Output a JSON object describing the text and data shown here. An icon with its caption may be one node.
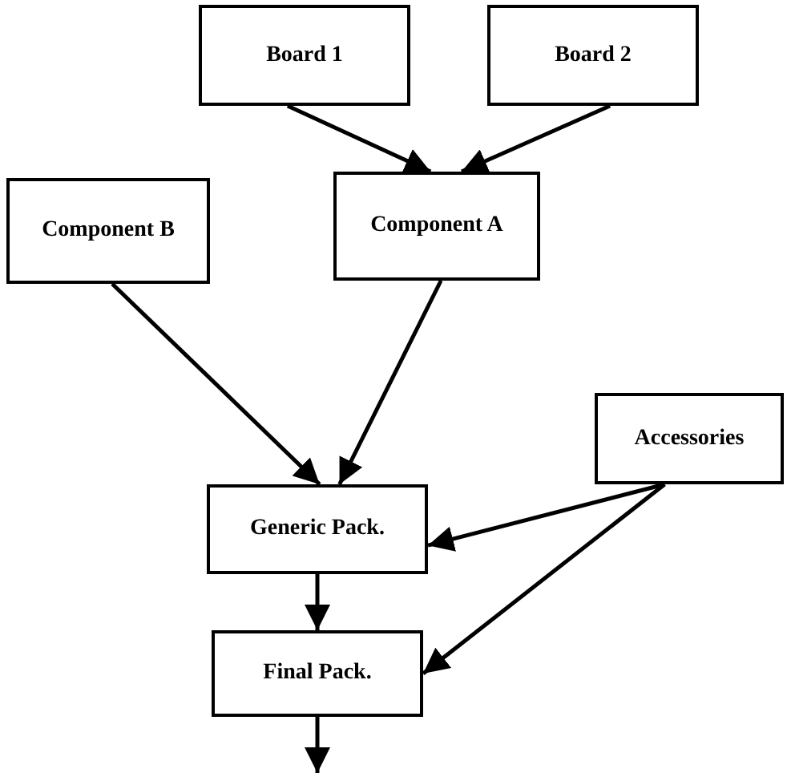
{
  "diagram": {
    "nodes": [
      {
        "text": [
          "Board 1"
        ]
      },
      {
        "text": [
          "Board 2"
        ]
      },
      {
        "text": [
          "Component B"
        ]
      },
      {
        "text": [
          "Component A"
        ]
      },
      {
        "text": [
          "Accessories"
        ]
      },
      {
        "text": [
          "Generic Pack."
        ]
      },
      {
        "text": [
          "Final Pack."
        ]
      }
    ],
    "edges": [
      {
        "from": 0,
        "to": 3,
        "arrow": "to"
      },
      {
        "from": 1,
        "to": 3,
        "arrow": "to"
      },
      {
        "from": 2,
        "to": 5,
        "arrow": "to"
      },
      {
        "from": 3,
        "to": 5,
        "arrow": "to"
      },
      {
        "from": 4,
        "to": 5,
        "arrow": "to"
      },
      {
        "from": 4,
        "to": 6,
        "arrow": "to"
      },
      {
        "from": 5,
        "to": 6,
        "arrow": "to"
      },
      {
        "from": 6,
        "to": null,
        "arrow": "to"
      }
    ]
  }
}
